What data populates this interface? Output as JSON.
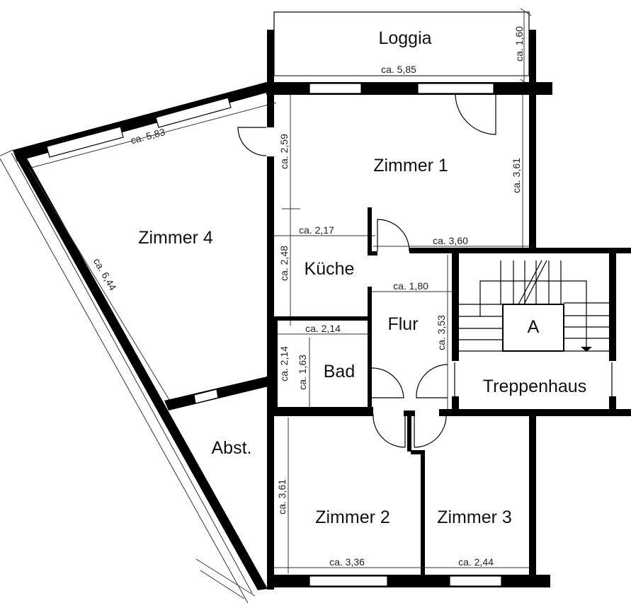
{
  "rooms": {
    "loggia": "Loggia",
    "zimmer1": "Zimmer 1",
    "zimmer2": "Zimmer 2",
    "zimmer3": "Zimmer 3",
    "zimmer4": "Zimmer 4",
    "kueche": "Küche",
    "bad": "Bad",
    "flur": "Flur",
    "abst": "Abst.",
    "treppenhaus": "Treppenhaus",
    "stair_marker": "A"
  },
  "dimensions": {
    "loggia_width": "ca. 5,85",
    "loggia_depth": "ca. 1,60",
    "zimmer4_top": "ca. 5,83",
    "zimmer4_diagonal": "ca. 6,44",
    "zimmer1_left": "ca. 2,59",
    "zimmer1_right": "ca. 3,61",
    "zimmer1_bottom": "ca. 3,60",
    "kueche_width": "ca. 2,17",
    "kueche_depth": "ca. 2,48",
    "flur_width": "ca. 1,80",
    "flur_depth": "ca. 3,53",
    "bad_width": "ca. 2,14",
    "bad_depth_outer": "ca. 2,14",
    "bad_depth_inner": "ca. 1,63",
    "zimmer2_depth": "ca. 3,61",
    "zimmer2_width": "ca. 3,36",
    "zimmer3_width": "ca. 2,44"
  }
}
